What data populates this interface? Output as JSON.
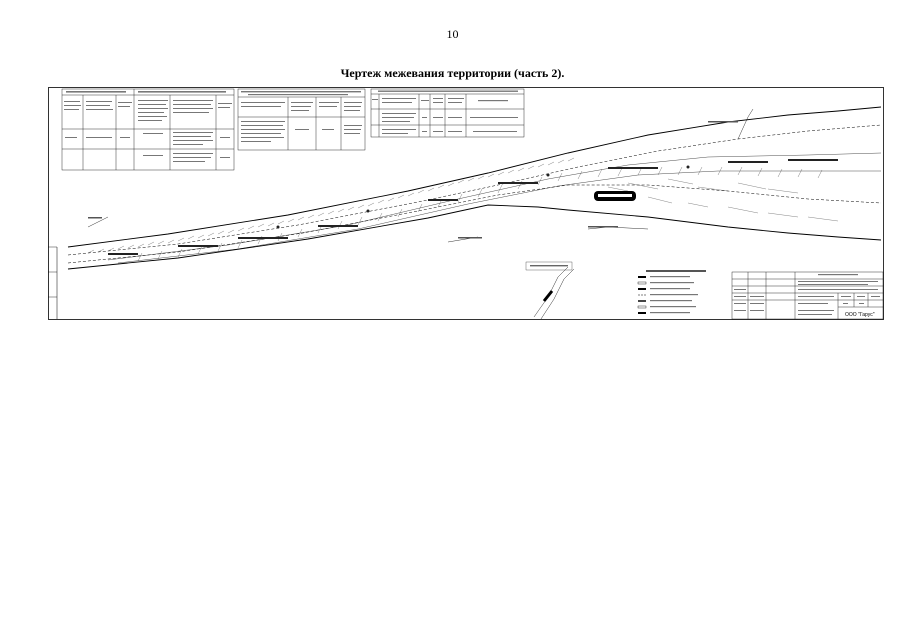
{
  "page": {
    "number": "10",
    "title": "Чертеж межевания территории (часть 2)."
  },
  "drawing": {
    "title_block": {
      "org": "ООО \"Гарус\""
    },
    "colors": {
      "line": "#000000",
      "background": "#ffffff",
      "hatch": "#333333"
    }
  }
}
